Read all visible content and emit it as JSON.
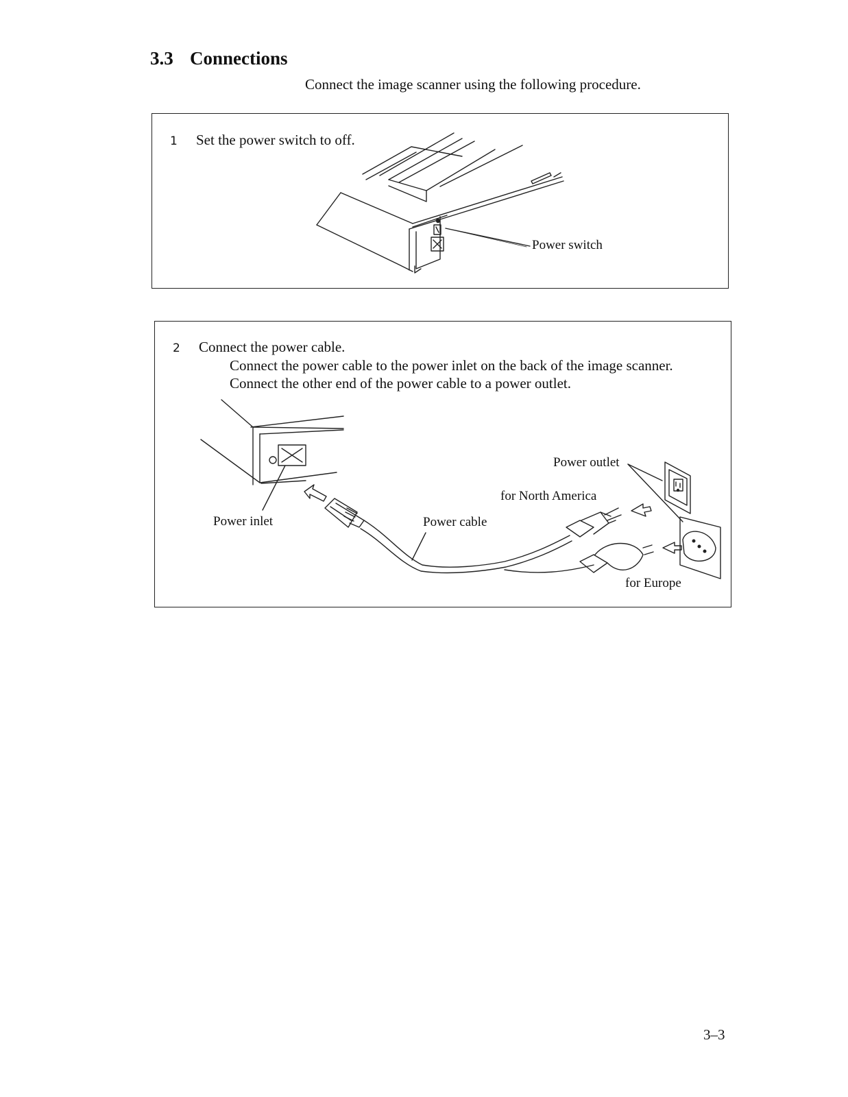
{
  "section": {
    "number": "3.3",
    "title": "Connections"
  },
  "intro": "Connect the image scanner using the following procedure.",
  "steps": [
    {
      "number": "1",
      "title": "Set the power switch to off.",
      "labels": {
        "power_switch": "Power switch"
      }
    },
    {
      "number": "2",
      "title": "Connect the power cable.",
      "instructions": [
        "Connect the power cable to the power inlet on the back of the image scanner.",
        "Connect the other end of the power cable to a power outlet."
      ],
      "labels": {
        "power_inlet": "Power inlet",
        "power_cable": "Power cable",
        "power_outlet": "Power outlet",
        "north_america": "for North America",
        "europe": "for Europe"
      }
    }
  ],
  "page_number": "3–3"
}
